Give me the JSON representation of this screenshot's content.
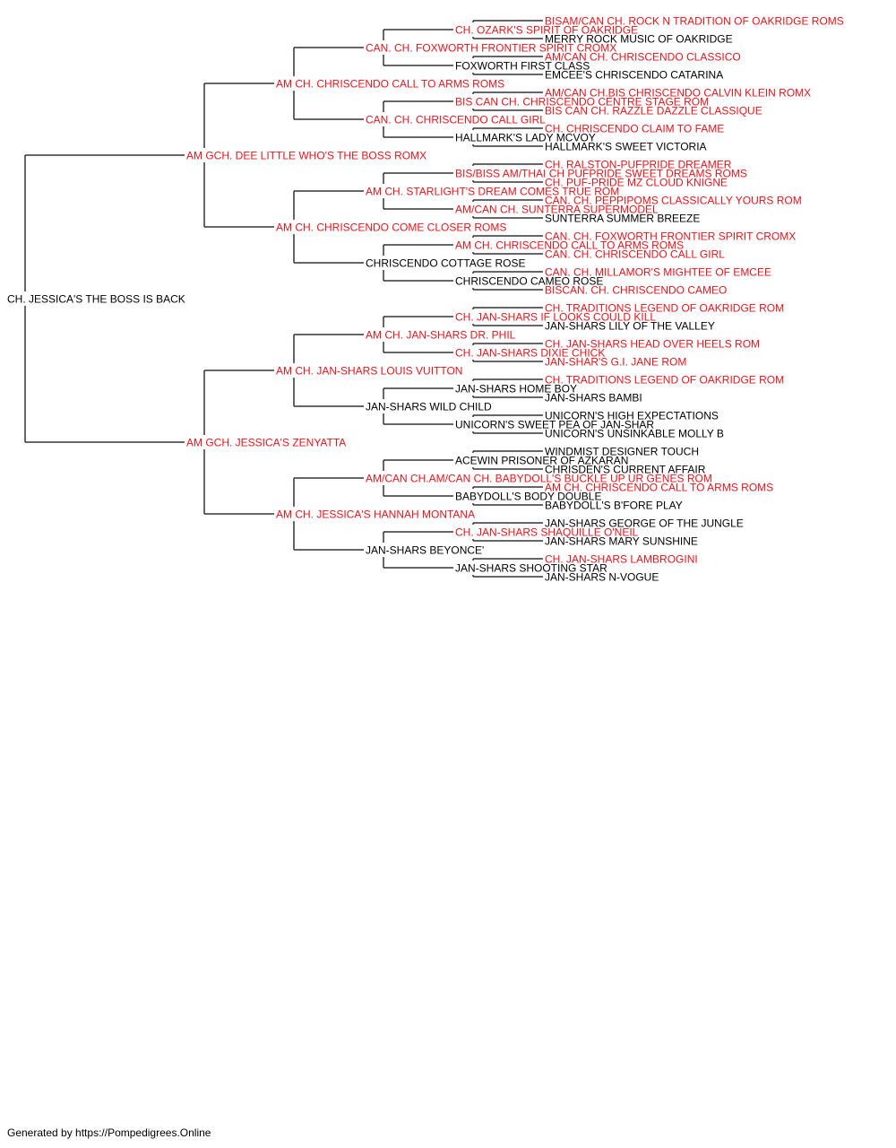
{
  "pedigree": {
    "subject": {
      "name": "CH. JESSICA'S THE BOSS IS BACK",
      "titled": false
    },
    "sire": {
      "name": "AM GCH. DEE LITTLE WHO'S THE BOSS ROMX",
      "titled": true
    },
    "dam": {
      "name": "AM GCH. JESSICA'S ZENYATTA",
      "titled": true
    },
    "gen2": [
      {
        "name": "AM CH. CHRISCENDO CALL TO ARMS ROMS",
        "titled": true
      },
      {
        "name": "AM CH. CHRISCENDO COME CLOSER ROMS",
        "titled": true
      },
      {
        "name": "AM CH. JAN-SHARS LOUIS VUITTON",
        "titled": true
      },
      {
        "name": "AM CH. JESSICA'S HANNAH MONTANA",
        "titled": true
      }
    ],
    "gen3": [
      {
        "name": "CAN. CH. FOXWORTH FRONTIER SPIRIT CROMX",
        "titled": true
      },
      {
        "name": "CAN. CH. CHRISCENDO CALL GIRL",
        "titled": true
      },
      {
        "name": "AM CH. STARLIGHT'S DREAM COMES TRUE ROM",
        "titled": true
      },
      {
        "name": "CHRISCENDO COTTAGE ROSE",
        "titled": false
      },
      {
        "name": "AM CH. JAN-SHARS DR. PHIL",
        "titled": true
      },
      {
        "name": "JAN-SHARS WILD CHILD",
        "titled": false
      },
      {
        "name": "AM/CAN CH.AM/CAN CH. BABYDOLL'S BUCKLE UP UR GENES ROM",
        "titled": true
      },
      {
        "name": "JAN-SHARS BEYONCE'",
        "titled": false
      }
    ],
    "gen4": [
      {
        "name": "CH. OZARK'S SPIRIT OF OAKRIDGE",
        "titled": true
      },
      {
        "name": "FOXWORTH FIRST CLASS",
        "titled": false
      },
      {
        "name": "BIS CAN CH. CHRISCENDO CENTRE STAGE ROM",
        "titled": true
      },
      {
        "name": "HALLMARK'S LADY MCVOY",
        "titled": false
      },
      {
        "name": "BIS/BISS AM/THAI CH PUFPRIDE SWEET DREAMS ROMS",
        "titled": true
      },
      {
        "name": "AM/CAN CH. SUNTERRA SUPERMODEL",
        "titled": true
      },
      {
        "name": "AM CH. CHRISCENDO CALL TO ARMS ROMS",
        "titled": true
      },
      {
        "name": "CHRISCENDO CAMEO ROSE",
        "titled": false
      },
      {
        "name": "CH. JAN-SHARS IF LOOKS COULD KILL",
        "titled": true
      },
      {
        "name": "CH. JAN-SHARS DIXIE CHICK",
        "titled": true
      },
      {
        "name": "JAN-SHARS HOME BOY",
        "titled": false
      },
      {
        "name": "UNICORN'S SWEET PEA OF JAN-SHAR",
        "titled": false
      },
      {
        "name": "ACEWIN PRISONER OF AZKARAN",
        "titled": false
      },
      {
        "name": "BABYDOLL'S BODY DOUBLE",
        "titled": false
      },
      {
        "name": "CH. JAN-SHARS SHAQUILLE O'NEIL",
        "titled": true
      },
      {
        "name": "JAN-SHARS SHOOTING STAR",
        "titled": false
      }
    ],
    "gen5": [
      {
        "name": "BISAM/CAN CH. ROCK N TRADITION OF OAKRIDGE ROMS",
        "titled": true
      },
      {
        "name": "MERRY ROCK MUSIC OF OAKRIDGE",
        "titled": false
      },
      {
        "name": "AM/CAN CH. CHRISCENDO CLASSICO",
        "titled": true
      },
      {
        "name": "EMCEE'S CHRISCENDO CATARINA",
        "titled": false
      },
      {
        "name": "AM/CAN CH.BIS CHRISCENDO CALVIN KLEIN ROMX",
        "titled": true
      },
      {
        "name": "BIS CAN CH. RAZZLE DAZZLE CLASSIQUE",
        "titled": true
      },
      {
        "name": "CH. CHRISCENDO CLAIM TO FAME",
        "titled": true
      },
      {
        "name": "HALLMARK'S SWEET VICTORIA",
        "titled": false
      },
      {
        "name": "CH. RALSTON-PUFPRIDE DREAMER",
        "titled": true
      },
      {
        "name": "CH. PUF-PRIDE MZ CLOUD KNIGNE",
        "titled": true
      },
      {
        "name": "CAN. CH. PEPPIPOMS CLASSICALLY YOURS ROM",
        "titled": true
      },
      {
        "name": "SUNTERRA SUMMER BREEZE",
        "titled": false
      },
      {
        "name": "CAN. CH. FOXWORTH FRONTIER SPIRIT CROMX",
        "titled": true
      },
      {
        "name": "CAN. CH. CHRISCENDO CALL GIRL",
        "titled": true
      },
      {
        "name": "CAN. CH. MILLAMOR'S MIGHTEE OF EMCEE",
        "titled": true
      },
      {
        "name": "BISCAN. CH. CHRISCENDO CAMEO",
        "titled": true
      },
      {
        "name": "CH. TRADITIONS LEGEND OF OAKRIDGE ROM",
        "titled": true
      },
      {
        "name": "JAN-SHARS LILY OF THE VALLEY",
        "titled": false
      },
      {
        "name": "CH. JAN-SHARS HEAD OVER HEELS ROM",
        "titled": true
      },
      {
        "name": "JAN-SHAR'S G.I. JANE ROM",
        "titled": true
      },
      {
        "name": "CH. TRADITIONS LEGEND OF OAKRIDGE ROM",
        "titled": true
      },
      {
        "name": "JAN-SHARS BAMBI",
        "titled": false
      },
      {
        "name": "UNICORN'S HIGH EXPECTATIONS",
        "titled": false
      },
      {
        "name": "UNICORN'S UNSINKABLE MOLLY B",
        "titled": false
      },
      {
        "name": "WINDMIST DESIGNER TOUCH",
        "titled": false
      },
      {
        "name": "CHRISDEN'S CURRENT AFFAIR",
        "titled": false
      },
      {
        "name": "AM CH. CHRISCENDO CALL TO ARMS ROMS",
        "titled": true
      },
      {
        "name": "BABYDOLL'S B'FORE PLAY",
        "titled": false
      },
      {
        "name": "JAN-SHARS GEORGE OF THE JUNGLE",
        "titled": false
      },
      {
        "name": "JAN-SHARS MARY SUNSHINE",
        "titled": false
      },
      {
        "name": "CH. JAN-SHARS LAMBROGINI",
        "titled": true
      },
      {
        "name": "JAN-SHARS N-VOGUE",
        "titled": false
      }
    ]
  },
  "colors": {
    "titled": "#e8141b",
    "untitled": "#000000",
    "line": "#333333"
  },
  "footer": "Generated by https://Pompedigrees.Online"
}
